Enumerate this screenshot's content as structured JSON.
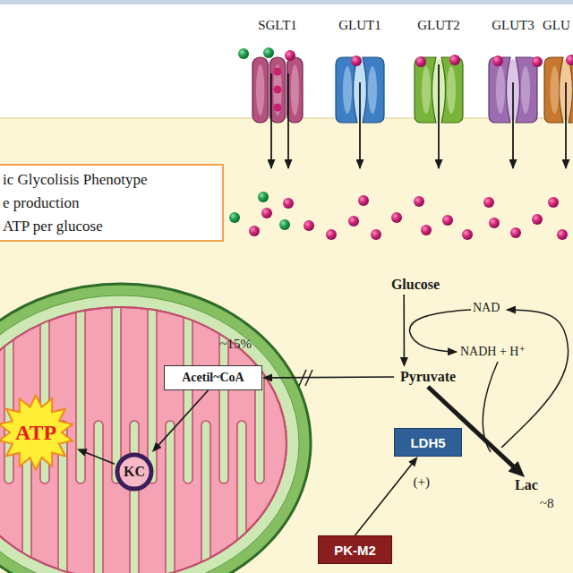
{
  "diagram": {
    "nodes": [
      {
        "text": [
          "SGLT1"
        ]
      },
      {
        "text": [
          "GLUT1"
        ]
      },
      {
        "text": [
          "GLUT2"
        ]
      },
      {
        "text": [
          "GLUT3"
        ]
      },
      {
        "text": [
          "GLU"
        ]
      },
      {
        "text": [
          "ic Glycolisis Phenotype",
          "e production",
          "ATP per glucose"
        ]
      },
      {
        "text": [
          "Glucose"
        ]
      },
      {
        "text": [
          "Acetil~CoA"
        ]
      },
      {
        "text": [
          "Pyruvate"
        ]
      },
      {
        "text": [
          "ATP"
        ]
      },
      {
        "text": [
          "LDH5"
        ]
      },
      {
        "text": [
          "KC"
        ]
      },
      {
        "text": [
          "Lac",
          "~8"
        ]
      },
      {
        "text": [
          "PK-M2"
        ]
      }
    ],
    "edges": [
      {
        "from": 6,
        "to": 8,
        "arrow": "to"
      },
      {
        "from": 8,
        "to": 7,
        "label": "~15%",
        "arrow": "to"
      },
      {
        "from": 7,
        "to": 11,
        "arrow": "to"
      },
      {
        "from": 11,
        "to": 9,
        "arrow": "to"
      },
      {
        "from": 8,
        "to": 12,
        "arrow": "to"
      },
      {
        "from": 13,
        "to": 10,
        "label": "(+)",
        "arrow": "to"
      }
    ],
    "labels": [
      "NAD",
      "NADH + H⁺"
    ]
  }
}
